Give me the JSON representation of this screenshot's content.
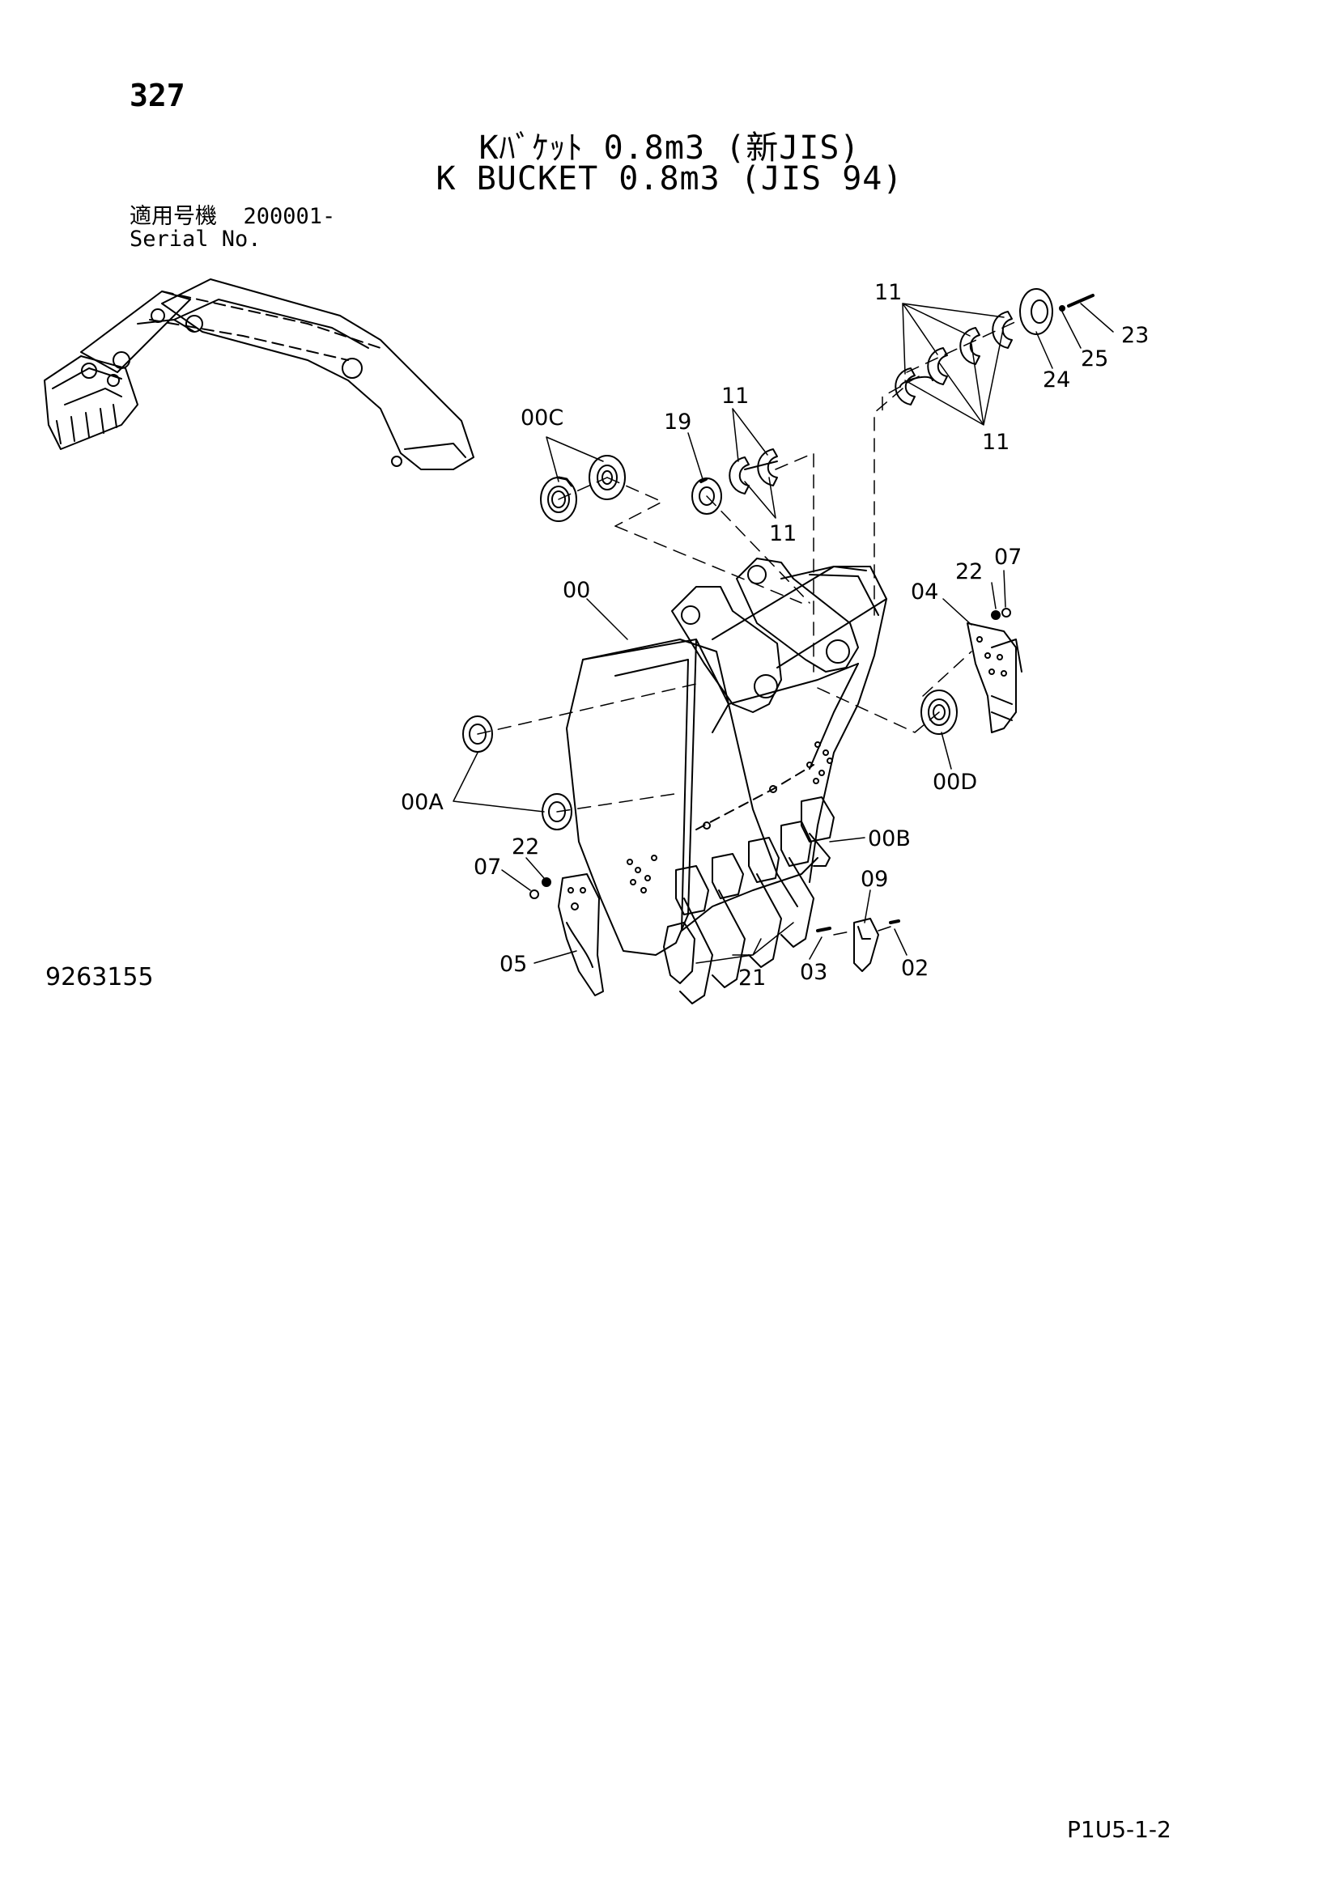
{
  "page": {
    "number": "327",
    "title_jp": "Kﾊﾞｹｯﾄ 0.8m3 (新JIS)",
    "title_en": "K BUCKET 0.8m3 (JIS 94)",
    "serial_label_jp": "適用号機",
    "serial_value": "200001-",
    "serial_label_en": "Serial No.",
    "drawing_number": "9263155",
    "footer_code": "P1U5-1-2"
  },
  "callouts": [
    {
      "id": "c-11-top",
      "text": "11"
    },
    {
      "id": "c-23",
      "text": "23"
    },
    {
      "id": "c-25",
      "text": "25"
    },
    {
      "id": "c-24",
      "text": "24"
    },
    {
      "id": "c-11-right",
      "text": "11"
    },
    {
      "id": "c-00C",
      "text": "00C"
    },
    {
      "id": "c-19",
      "text": "19"
    },
    {
      "id": "c-11-mid",
      "text": "11"
    },
    {
      "id": "c-11-mid2",
      "text": "11"
    },
    {
      "id": "c-00",
      "text": "00"
    },
    {
      "id": "c-22-right",
      "text": "22"
    },
    {
      "id": "c-07-right",
      "text": "07"
    },
    {
      "id": "c-04",
      "text": "04"
    },
    {
      "id": "c-00D",
      "text": "00D"
    },
    {
      "id": "c-00A",
      "text": "00A"
    },
    {
      "id": "c-00B",
      "text": "00B"
    },
    {
      "id": "c-22-left",
      "text": "22"
    },
    {
      "id": "c-07-left",
      "text": "07"
    },
    {
      "id": "c-09",
      "text": "09"
    },
    {
      "id": "c-05",
      "text": "05"
    },
    {
      "id": "c-21",
      "text": "21"
    },
    {
      "id": "c-03",
      "text": "03"
    },
    {
      "id": "c-02",
      "text": "02"
    }
  ]
}
